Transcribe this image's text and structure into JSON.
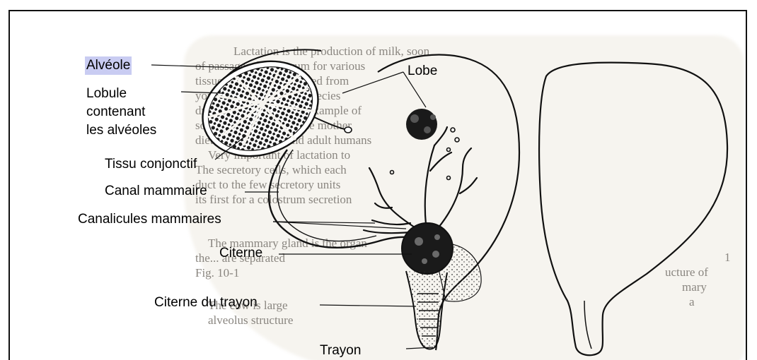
{
  "labels": {
    "alveole": "Alvéole",
    "lobe": "Lobe",
    "lobule_line1": "Lobule",
    "lobule_line2": "contenant",
    "lobule_line3": "les alvéoles",
    "tissu": "Tissu conjonctif",
    "canal": "Canal mammaire",
    "canalicules": "Canalicules mammaires",
    "citerne": "Citerne",
    "citerne_trayon": "Citerne du trayon",
    "trayon": "Trayon"
  },
  "highlight_color": "#c9ccf2",
  "background_text": {
    "lines": [
      "Lactation is the production of milk, soon",
      "of passage of colostrum for various",
      "tissue, no longer is needed from",
      "young and a few other species",
      "dren he has become an example of",
      "sources derived from the mother",
      "diet of both young and adult humans",
      "Very important of lactation to",
      "The secretory cells, which each",
      "duct to the few secretory units",
      "its first for a colostrum secretion",
      "The mammary gland is the organ",
      "the... are separated",
      "Fig. 10-1",
      "The cow is large",
      "alveolus structure"
    ],
    "margin_lines": [
      "1",
      "ucture of",
      "mary",
      "a"
    ]
  }
}
